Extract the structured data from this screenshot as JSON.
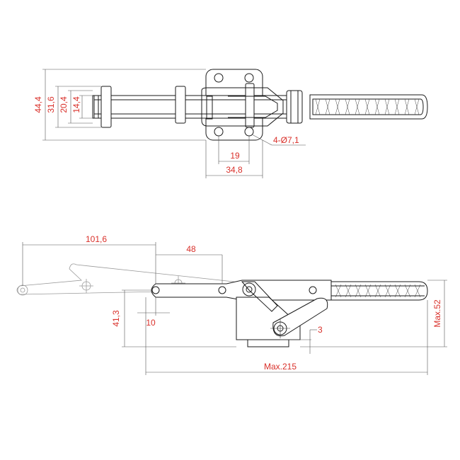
{
  "top_view": {
    "dim_44_4": "44,4",
    "dim_31_6": "31,6",
    "dim_20_4": "20,4",
    "dim_14_4": "14,4",
    "dim_19": "19",
    "dim_34_8": "34,8",
    "holes": "4-Ø7,1"
  },
  "side_view": {
    "dim_101_6": "101,6",
    "dim_48": "48",
    "dim_41_3": "41,3",
    "dim_10": "10",
    "dim_3": "3",
    "dim_max52": "Max.52",
    "dim_max215": "Max.215"
  },
  "colors": {
    "dimension_text": "#d9302a",
    "line": "#1a1a1a"
  }
}
